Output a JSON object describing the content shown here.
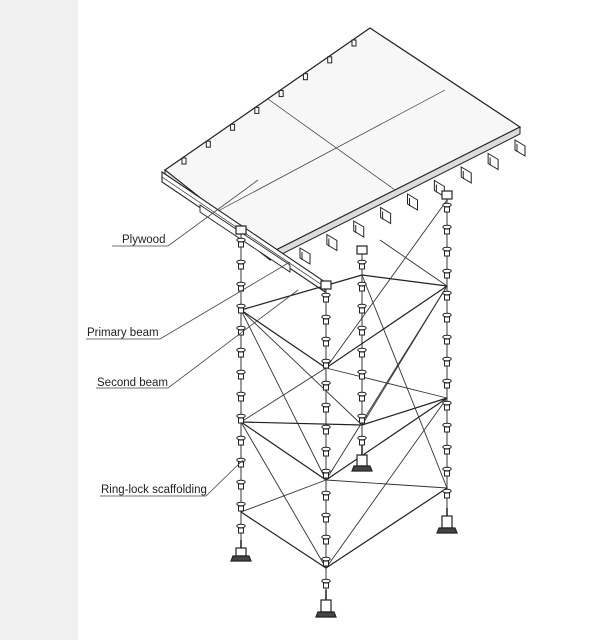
{
  "diagram": {
    "labels": {
      "plywood": "Plywood",
      "primary_beam": "Primary beam",
      "second_beam": "Second beam",
      "ringlock": "Ring-lock scaffolding"
    },
    "colors": {
      "background": "#f0f0f0",
      "panel": "#ffffff",
      "line": "#222222"
    }
  }
}
